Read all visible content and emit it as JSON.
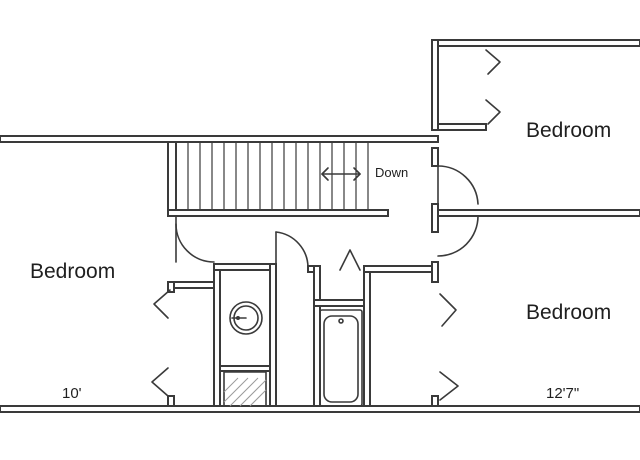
{
  "rooms": {
    "bedroom_left": "Bedroom",
    "bedroom_top_right": "Bedroom",
    "bedroom_bottom_right": "Bedroom"
  },
  "stairs": {
    "direction_label": "Down",
    "arrow_icon": "double-arrow-icon"
  },
  "dimensions": {
    "left_width": "10'",
    "right_width": "12'7\""
  }
}
